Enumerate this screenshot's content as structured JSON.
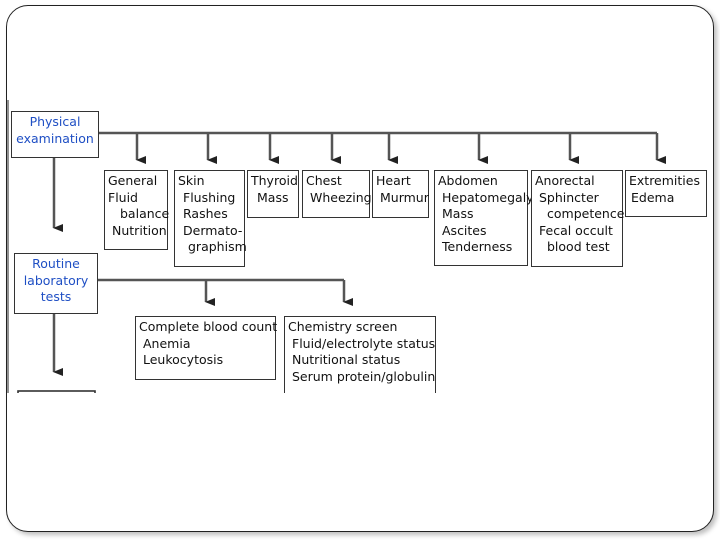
{
  "main": {
    "left": [
      {
        "lines": [
          "Physical",
          "examination"
        ]
      },
      {
        "lines": [
          "Routine",
          "laboratory",
          "tests"
        ]
      }
    ],
    "exam": [
      {
        "lines": [
          "General",
          "Fluid",
          "   balance",
          " Nutrition"
        ]
      },
      {
        "lines": [
          "Skin",
          " Flushing",
          " Rashes",
          " Dermato-",
          "  graphism"
        ]
      },
      {
        "lines": [
          "Thyroid",
          "Mass"
        ]
      },
      {
        "lines": [
          "Chest",
          " Wheezing"
        ]
      },
      {
        "lines": [
          "Heart",
          "Murmur"
        ]
      },
      {
        "lines": [
          "Abdomen",
          " Hepatomegaly",
          " Mass",
          " Ascites",
          " Tenderness"
        ]
      },
      {
        "lines": [
          "Anorectal",
          " Sphincter",
          "   competence",
          " Fecal occult",
          "   blood test"
        ]
      },
      {
        "lines": [
          "Extremities",
          " Edema"
        ]
      }
    ],
    "labs": [
      {
        "lines": [
          "Complete blood count",
          " Anemia",
          " Leukocytosis"
        ]
      },
      {
        "lines": [
          "Chemistry screen",
          " Fluid/electrolyte status",
          " Nutritional status",
          " Serum protein/globulin"
        ]
      }
    ]
  }
}
